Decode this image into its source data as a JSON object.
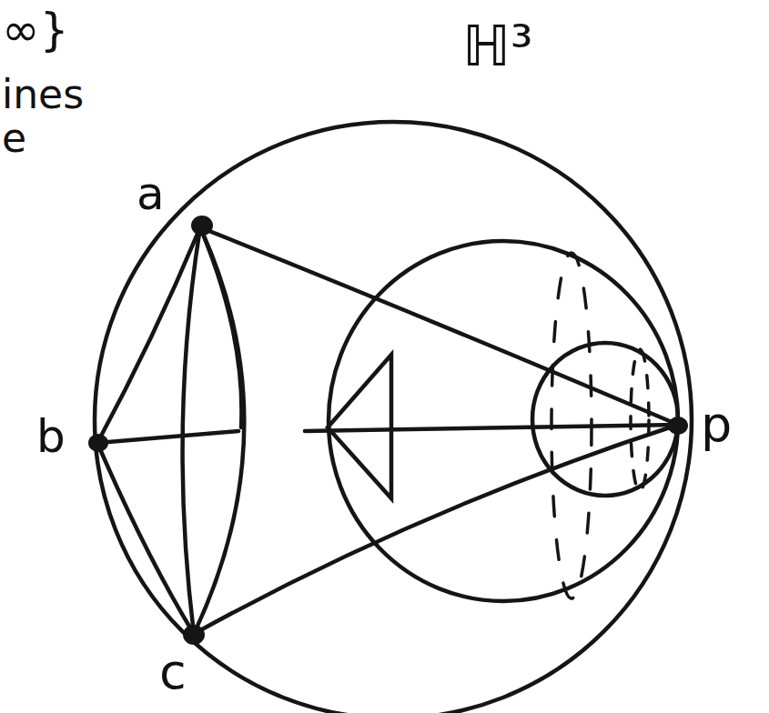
{
  "diagram": {
    "labels": [
      "∞}",
      "ines",
      "e",
      "ℍ³",
      "a",
      "b",
      "c",
      "p"
    ]
  }
}
